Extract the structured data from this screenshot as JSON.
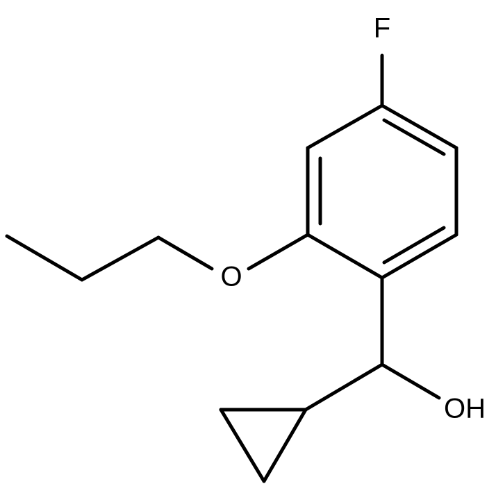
{
  "molecule": {
    "atoms": {
      "fluorine": "F",
      "ether_oxygen": "O",
      "hydroxyl": "OH"
    }
  }
}
